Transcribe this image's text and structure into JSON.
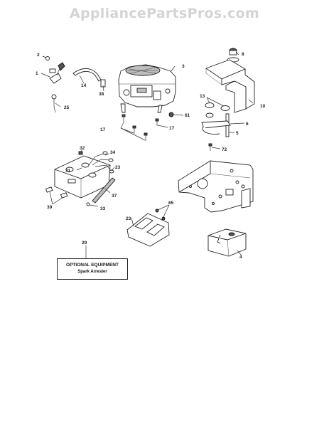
{
  "watermark": "AppliancePartsPros.com",
  "callouts": {
    "c1": "1",
    "c2": "2",
    "c3": "3",
    "c4": "4",
    "c5": "5",
    "c6": "6",
    "c8": "8",
    "c10": "10",
    "c13": "13",
    "c14": "14",
    "c17a": "17",
    "c17b": "17",
    "c23a": "23",
    "c23b": "23",
    "c25": "25",
    "c29": "29",
    "c31": "31",
    "c32": "32",
    "c33": "33",
    "c34": "34",
    "c37": "37",
    "c38": "38",
    "c39": "39",
    "c61": "61",
    "c65": "65",
    "c72": "72"
  },
  "optional_box": {
    "title": "OPTIONAL EQUIPMENT",
    "subtitle": "Spark Arrester"
  }
}
